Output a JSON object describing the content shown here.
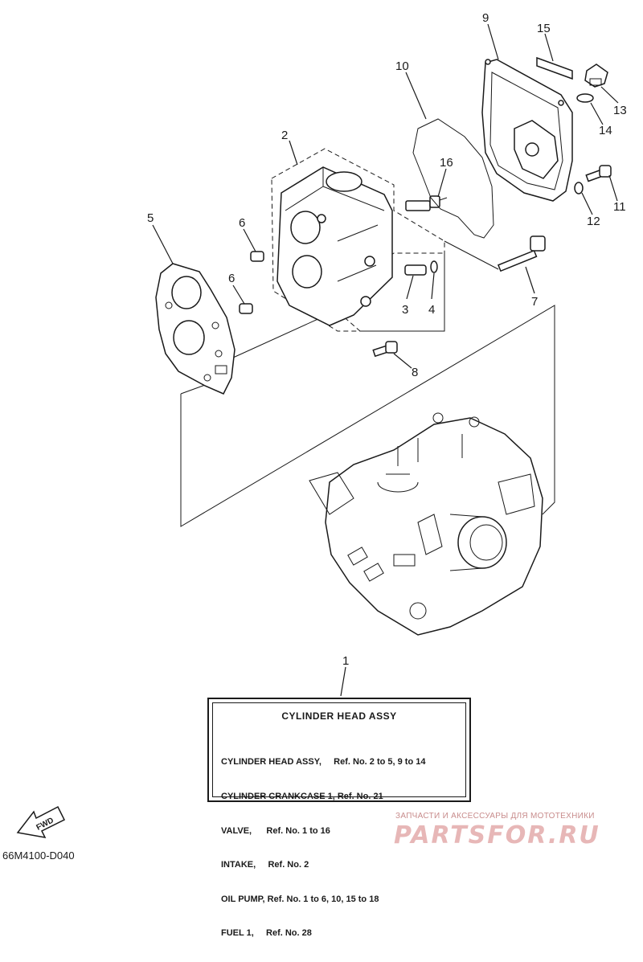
{
  "callouts": [
    {
      "id": "c1",
      "text": "1"
    },
    {
      "id": "c2",
      "text": "2"
    },
    {
      "id": "c3",
      "text": "3"
    },
    {
      "id": "c4",
      "text": "4"
    },
    {
      "id": "c5",
      "text": "5"
    },
    {
      "id": "c6a",
      "text": "6"
    },
    {
      "id": "c6b",
      "text": "6"
    },
    {
      "id": "c7",
      "text": "7"
    },
    {
      "id": "c8",
      "text": "8"
    },
    {
      "id": "c9",
      "text": "9"
    },
    {
      "id": "c10",
      "text": "10"
    },
    {
      "id": "c11",
      "text": "11"
    },
    {
      "id": "c12",
      "text": "12"
    },
    {
      "id": "c13",
      "text": "13"
    },
    {
      "id": "c14",
      "text": "14"
    },
    {
      "id": "c15",
      "text": "15"
    },
    {
      "id": "c16",
      "text": "16"
    }
  ],
  "legend": {
    "title": "CYLINDER HEAD ASSY",
    "lines": [
      "CYLINDER HEAD ASSY,     Ref. No. 2 to 5, 9 to 14",
      "CYLINDER CRANKCASE 1, Ref. No. 21",
      "VALVE,      Ref. No. 1 to 16",
      "INTAKE,     Ref. No. 2",
      "OIL PUMP, Ref. No. 1 to 6, 10, 15 to 18",
      "FUEL 1,     Ref. No. 28"
    ]
  },
  "fwd_label": "FWD",
  "diagram_code": "66M4100-D040",
  "watermark": {
    "tagline": "ЗАПЧАСТИ И АКСЕССУАРЫ ДЛЯ МОТОТЕХНИКИ",
    "logo": "PARTSFOR.RU"
  }
}
